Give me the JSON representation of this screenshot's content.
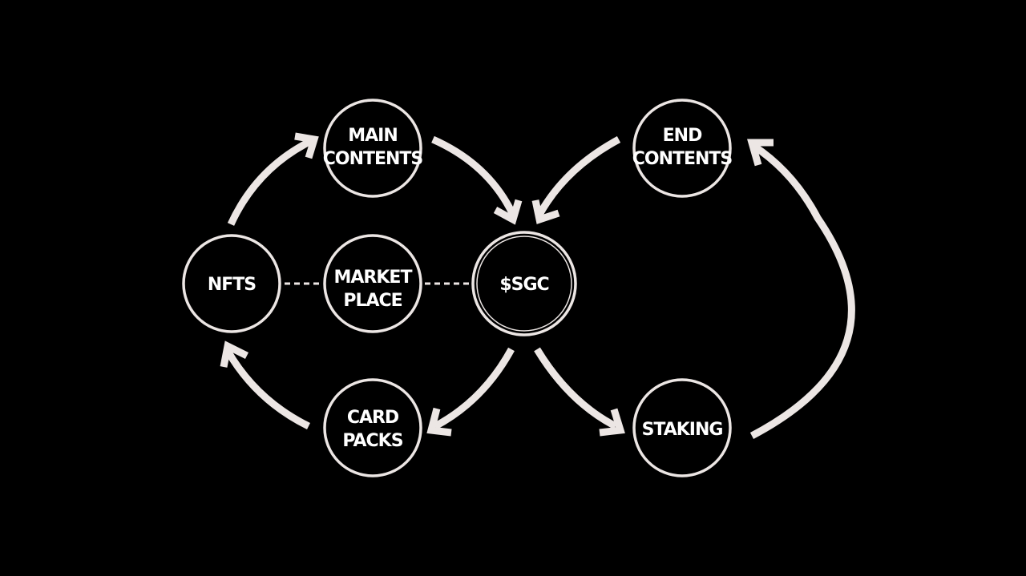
{
  "colors": {
    "background": "#000000",
    "stroke": "#ece6e4",
    "text": "#ffffff"
  },
  "nodes": {
    "main_contents": {
      "lines": [
        "MAIN",
        "CONTENTS"
      ]
    },
    "end_contents": {
      "lines": [
        "END",
        "CONTENTS"
      ]
    },
    "nfts": {
      "lines": [
        "NFTS"
      ]
    },
    "market_place": {
      "lines": [
        "MARKET",
        "PLACE"
      ]
    },
    "sgc": {
      "lines": [
        "$SGC"
      ]
    },
    "card_packs": {
      "lines": [
        "CARD",
        "PACKS"
      ]
    },
    "staking": {
      "lines": [
        "STAKING"
      ]
    }
  },
  "links": [
    {
      "from": "main_contents",
      "to": "sgc",
      "kind": "arrow"
    },
    {
      "from": "end_contents",
      "to": "sgc",
      "kind": "arrow"
    },
    {
      "from": "sgc",
      "to": "card_packs",
      "kind": "arrow"
    },
    {
      "from": "sgc",
      "to": "staking",
      "kind": "arrow"
    },
    {
      "from": "card_packs",
      "to": "nfts",
      "kind": "arrow"
    },
    {
      "from": "nfts",
      "to": "main_contents",
      "kind": "arrow"
    },
    {
      "from": "staking",
      "to": "end_contents",
      "kind": "arrow"
    },
    {
      "from": "nfts",
      "to": "market_place",
      "kind": "dashed"
    },
    {
      "from": "market_place",
      "to": "sgc",
      "kind": "dashed"
    }
  ]
}
